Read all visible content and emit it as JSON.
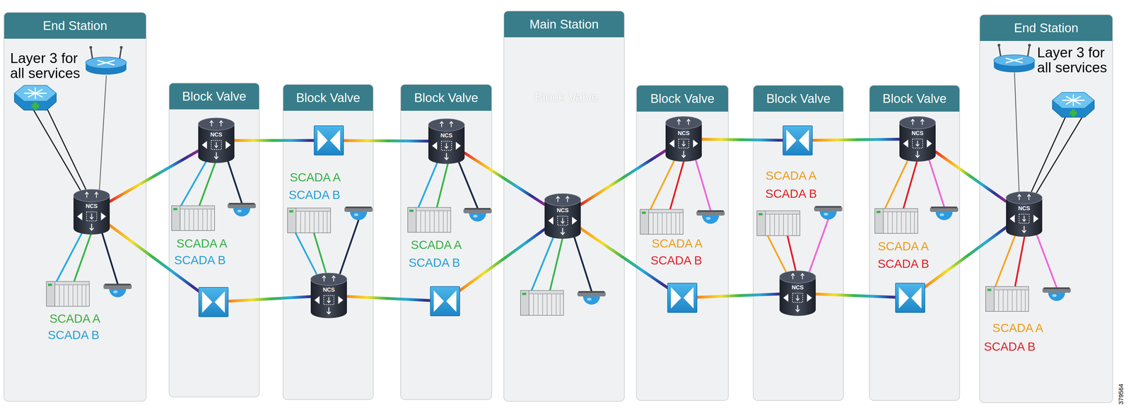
{
  "diagram": {
    "nodes": [
      {
        "text": [
          "End Station",
          "Layer 3 for all services",
          "SCADA A",
          "SCADA B"
        ]
      },
      {
        "text": [
          "NCS"
        ],
        "in": 0
      },
      {
        "text": [
          "Block Valve",
          "SCADA A",
          "SCADA B"
        ]
      },
      {
        "text": [
          "NCS"
        ],
        "in": 2
      },
      {
        "text": [
          "Block Valve",
          "SCADA A",
          "SCADA B"
        ]
      },
      {
        "text": [
          "NCS"
        ],
        "in": 4
      },
      {
        "text": [
          "Block Valve",
          "SCADA A",
          "SCADA B"
        ]
      },
      {
        "text": [
          "NCS"
        ],
        "in": 6
      },
      {
        "text": [
          "Main Station",
          "Block Valve"
        ]
      },
      {
        "text": [
          "NCS"
        ],
        "in": 8
      },
      {
        "text": [
          "Block Valve",
          "SCADA A",
          "SCADA B"
        ]
      },
      {
        "text": [
          "NCS"
        ],
        "in": 10
      },
      {
        "text": [
          "Block Valve",
          "SCADA A",
          "SCADA B"
        ]
      },
      {
        "text": [
          "NCS"
        ],
        "in": 12
      },
      {
        "text": [
          "Block Valve",
          "SCADA A",
          "SCADA B"
        ]
      },
      {
        "text": [
          "NCS"
        ],
        "in": 14
      },
      {
        "text": [
          "End Station",
          "Layer 3 for all services",
          "SCADA A",
          "SCADA B"
        ]
      },
      {
        "text": [
          "NCS"
        ],
        "in": 16
      }
    ],
    "edges": [
      {
        "from": 1,
        "to": 3,
        "arrow": "none"
      },
      {
        "from": 7,
        "to": 9,
        "arrow": "none"
      },
      {
        "from": 9,
        "to": 11,
        "arrow": "none"
      },
      {
        "from": 15,
        "to": 17,
        "arrow": "none"
      }
    ],
    "labels": [
      "379564"
    ]
  }
}
